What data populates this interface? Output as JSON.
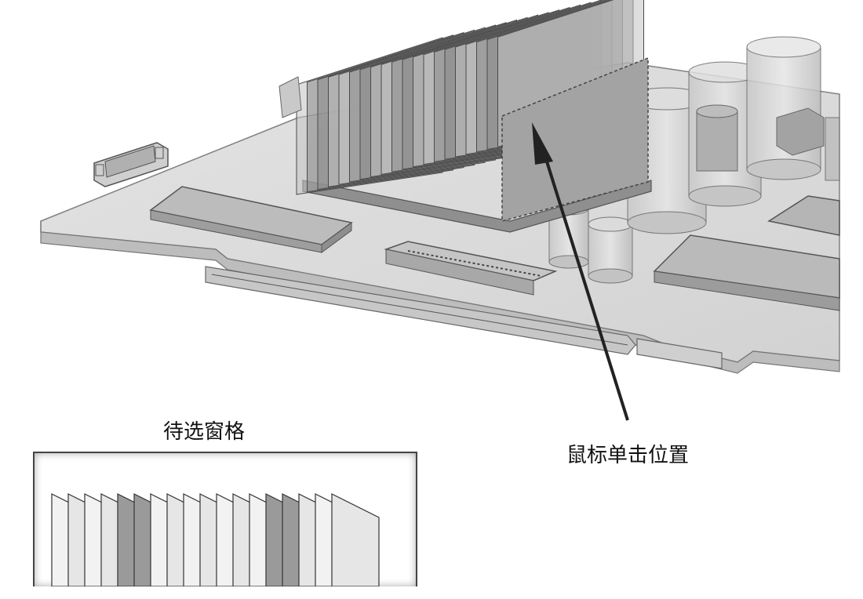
{
  "labels": {
    "pane_title": "待选窗格",
    "click_position": "鼠标单击位置"
  },
  "colors": {
    "board_fill": "#d4d4d4",
    "board_stroke": "#777777",
    "heatsink_fill": "#a9a9a9",
    "fin_light": "#e3e3e3",
    "fin_dark": "#9a9a9a",
    "arrow": "#222222"
  },
  "icons": {
    "pane_content": "heatsink-fins-preview",
    "pointer": "arrow"
  }
}
